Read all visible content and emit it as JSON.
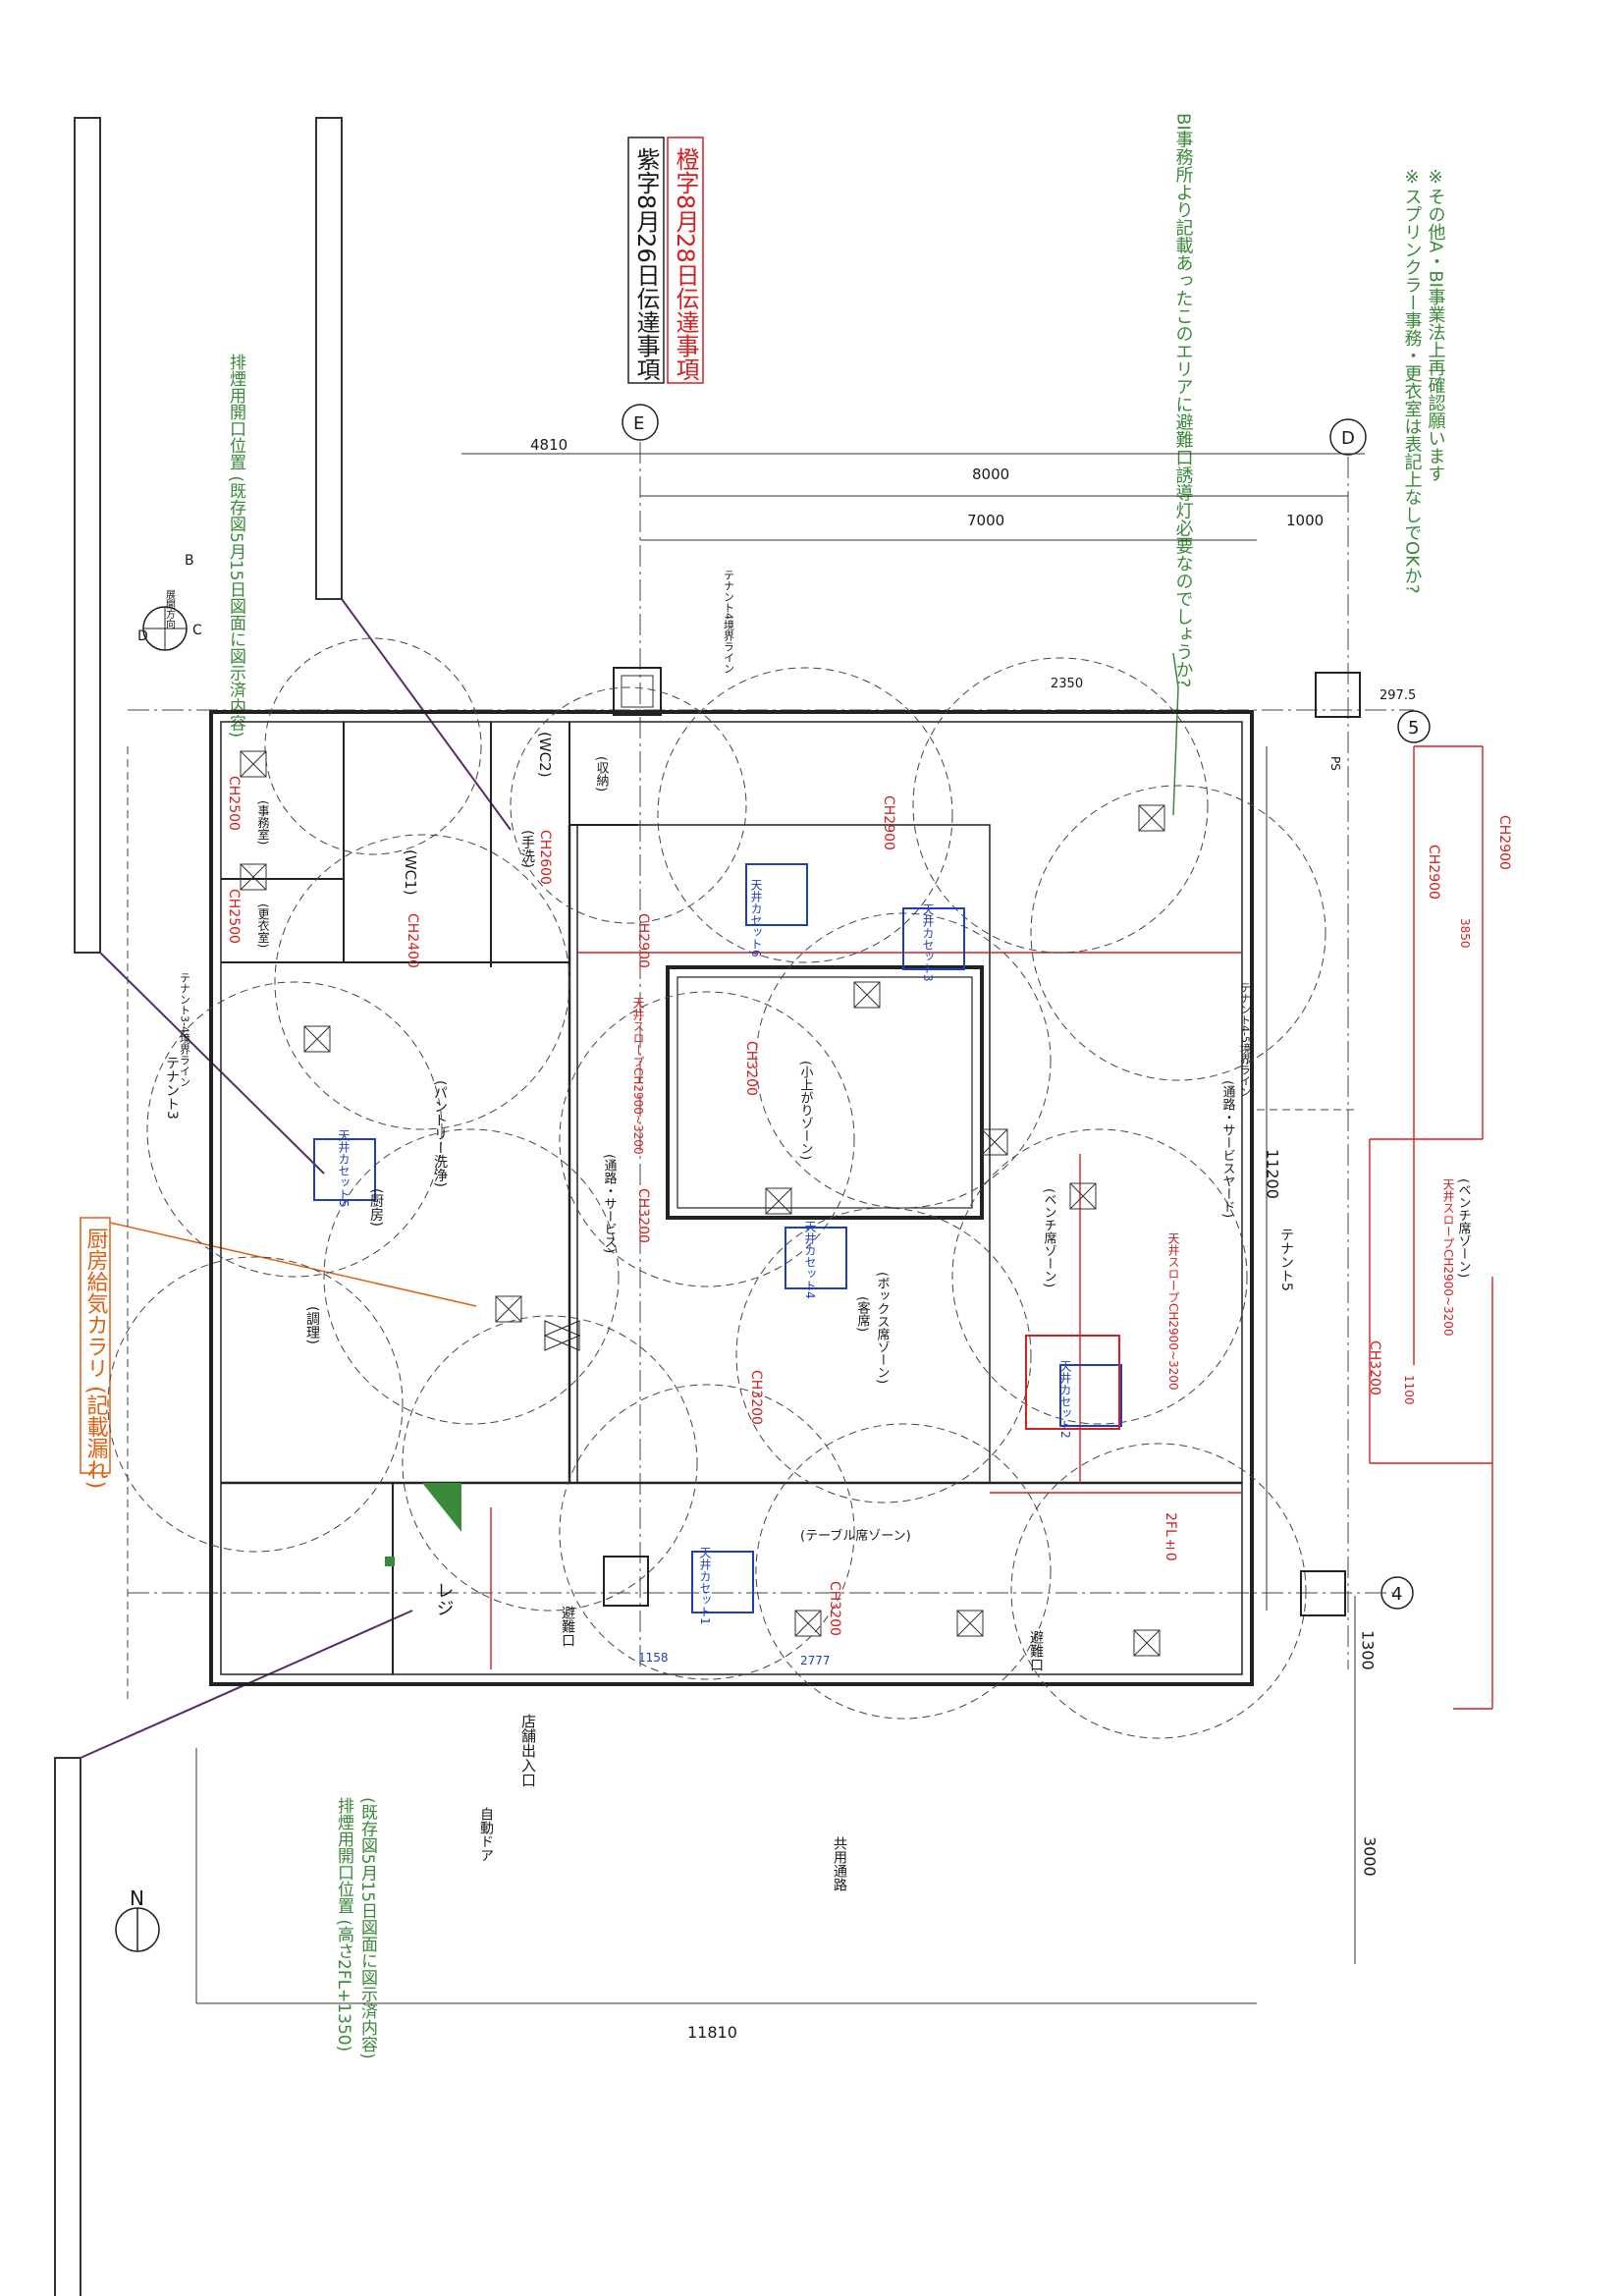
{
  "title_box": {
    "purple": "紫字8月26日伝達事項",
    "red": "橙字8月28日伝達事項"
  },
  "notes": {
    "top_green": "排煙用開口位置 (既存図5月15日図面に図示済内容)",
    "bottom_green_1": "排煙用開口位置 (高さ2FL+1350)",
    "bottom_green_2": "(既存図5月15日図面に図示済内容)",
    "bi_question": "BI事務所より記載あったこのエリアに避難口誘導灯必要なのでしょうか?",
    "sprinkler_1": "※スプリンクラー事務・更衣室は表記上なしでOKか?",
    "sprinkler_2": "※その他A・BI事業法上再確認願います",
    "kitchen_missing": "厨房給気カラリ (記載漏れ)"
  },
  "grid": {
    "E": "E",
    "D": "D",
    "num5": "5",
    "num4": "4"
  },
  "compass": {
    "d": "D",
    "b": "B",
    "c": "C",
    "label": "展開方向"
  },
  "north": "N",
  "dims": {
    "d4810": "4810",
    "d8000": "8000",
    "d7000": "7000",
    "d1000": "1000",
    "d2350": "2350",
    "d2975": "297.5",
    "d11200": "11200",
    "d11810": "11810",
    "d3000": "3000",
    "d1300": "1300",
    "d1100": "1100",
    "d3850": "3850",
    "d2777": "2777",
    "d1158": "1158"
  },
  "rooms": {
    "wc1": "(WC1)",
    "wc2": "(WC2)",
    "handwash": "(手洗)",
    "storage": "(収納)",
    "pantry": "(パントリー洗浄)",
    "kitchen": "(厨房)",
    "cook": "(調理)",
    "jimu": "(事務室)",
    "kouishitsu": "(更衣室)",
    "koagari": "(小上がりゾーン)",
    "passage_service": "(通路・サービス)",
    "box_zone": "(ボックス席ゾーン)",
    "kyakuseki": "(客席)",
    "bench_zone": "(ベンチ席ゾーン)",
    "table_zone": "(テーブル席ゾーン)",
    "passage_yard": "(通路・サービスヤード)",
    "bench_zone2": "(ベンチ席ゾーン)",
    "register": "レジ",
    "entrance": "店舗出入口",
    "auto_door": "自動ドア",
    "common_passage": "共用通路",
    "tenant3": "テナント3",
    "tenant5": "テナント5",
    "tenant4_line": "テナント4境界ライン",
    "tenant35_line": "テナント3-4境界ライン",
    "tenant45_line": "テナント4-5境界ライン",
    "ps": "PS",
    "evacuation": "避難口",
    "evacuation2": "避難口"
  },
  "ceiling": {
    "ch2400": "CH2400",
    "ch2500a": "CH2500",
    "ch2500b": "CH2500",
    "ch2600": "CH2600",
    "ch2900a": "CH2900",
    "ch2900b": "CH2900",
    "ch2900c": "CH2900",
    "ch2900d": "CH2900",
    "ch3200a": "CH3200",
    "ch3200b": "CH3200",
    "ch3200c": "CH3200",
    "ch3200d": "CH3200",
    "ch3200e": "CH3200",
    "fl": "2FL±0",
    "slope1": "天井スロープCH2900~3200",
    "slope2": "天井スロープCH2900~3200",
    "slope3": "天井スロープCH2900~3200",
    "cut1": "天井カセット1",
    "cut2": "天井カセット2",
    "cut3": "天井カセット3",
    "cut4": "天井カセット4",
    "cut5": "天井カセット5",
    "cut6": "天井カセット6"
  },
  "colors": {
    "black": "#1a1a1a",
    "blue": "#1f3fbf",
    "red": "#d42020",
    "green": "#3a8a3a",
    "purple": "#5a2a6a",
    "orange": "#e06010"
  }
}
